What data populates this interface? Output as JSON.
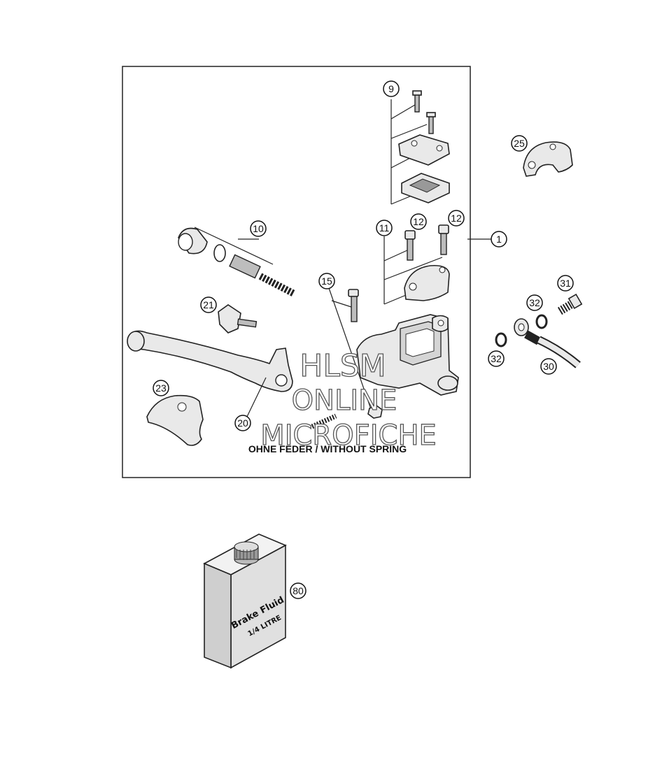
{
  "diagram": {
    "caption": "OHNE FEDER / WITHOUT SPRING",
    "watermark": [
      "HLSM",
      "ONLINE",
      "MICROFICHE"
    ],
    "callouts": {
      "c1": "1",
      "c9": "9",
      "c10": "10",
      "c11": "11",
      "c12a": "12",
      "c12b": "12",
      "c15": "15",
      "c20": "20",
      "c21": "21",
      "c23": "23",
      "c25": "25",
      "c30": "30",
      "c31": "31",
      "c32a": "32",
      "c32b": "32",
      "c80": "80"
    },
    "bottle": {
      "line1": "Brake Fluid",
      "line2": "1/4 LITRE"
    }
  }
}
